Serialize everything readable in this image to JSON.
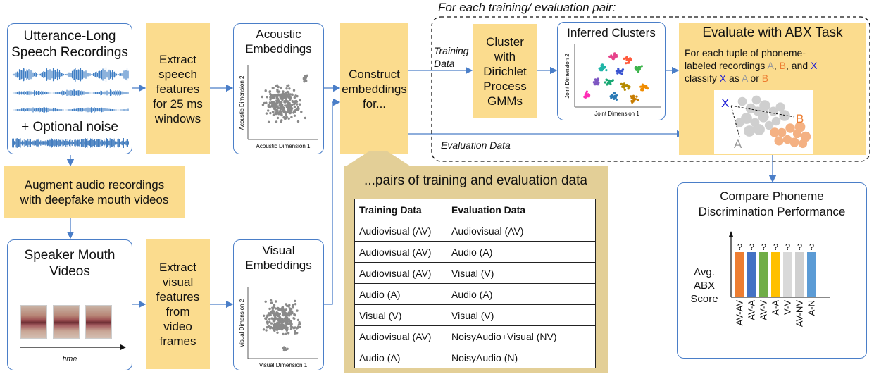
{
  "header": {
    "title": "For each training/ evaluation pair:"
  },
  "recordings": {
    "line1": "Utterance-Long",
    "line2": "Speech Recordings",
    "noise_label": "+ Optional noise"
  },
  "extract_speech": {
    "line1": "Extract",
    "line2": "speech",
    "line3": "features",
    "line4": "for 25 ms",
    "line5": "windows"
  },
  "acoustic": {
    "line1": "Acoustic",
    "line2": "Embeddings",
    "xlabel": "Acoustic Dimension 1",
    "ylabel": "Acoustic Dimension 2"
  },
  "construct": {
    "line1": "Construct",
    "line2": "embeddings",
    "line3": "for..."
  },
  "training_data_label": {
    "line1": "Training",
    "line2": "Data"
  },
  "evaluation_data_label": "Evaluation Data",
  "cluster": {
    "line1": "Cluster",
    "line2": "with",
    "line3": "Dirichlet",
    "line4": "Process",
    "line5": "GMMs"
  },
  "inferred": {
    "title": "Inferred Clusters",
    "xlabel": "Joint Dimension 1",
    "ylabel": "Joint Dimension 2"
  },
  "abx": {
    "title": "Evaluate with ABX Task",
    "line1": "For each tuple of phoneme-",
    "line2_pre": "labeled recordings ",
    "a": "A",
    "sep1": ", ",
    "b": "B",
    "line2_post": ", and ",
    "x": "X",
    "line3_pre": "classify ",
    "line3_mid": " as ",
    "line3_or": " or ",
    "fig_x": "X",
    "fig_a": "A",
    "fig_b": "B"
  },
  "augment": {
    "line1": "Augment audio recordings",
    "line2": "with deepfake mouth videos"
  },
  "mouth": {
    "line1": "Speaker Mouth",
    "line2": "Videos",
    "time_label": "time"
  },
  "extract_visual": {
    "line1": "Extract",
    "line2": "visual",
    "line3": "features",
    "line4": "from",
    "line5": "video",
    "line6": "frames"
  },
  "visual": {
    "line1": "Visual",
    "line2": "Embeddings",
    "xlabel": "Visual Dimension 1",
    "ylabel": "Visual Dimension 2"
  },
  "pairs": {
    "title": "...pairs of training and evaluation data",
    "headers": [
      "Training Data",
      "Evaluation Data"
    ],
    "rows": [
      [
        "Audiovisual (AV)",
        "Audiovisual (AV)"
      ],
      [
        "Audiovisual (AV)",
        "Audio (A)"
      ],
      [
        "Audiovisual (AV)",
        "Visual (V)"
      ],
      [
        "Audio (A)",
        "Audio (A)"
      ],
      [
        "Visual (V)",
        "Visual (V)"
      ],
      [
        "Audiovisual (AV)",
        "NoisyAudio+Visual (NV)"
      ],
      [
        "Audio (A)",
        "NoisyAudio (N)"
      ]
    ]
  },
  "compare": {
    "line1": "Compare Phoneme",
    "line2": "Discrimination Performance",
    "ylabel1": "Avg.",
    "ylabel2": "ABX",
    "ylabel3": "Score",
    "bar_value_label": "?",
    "bars": [
      {
        "label": "AV-AV",
        "color": "#ed7d31"
      },
      {
        "label": "AV-A",
        "color": "#4472c4"
      },
      {
        "label": "AV-V",
        "color": "#70ad47"
      },
      {
        "label": "A-A",
        "color": "#ffc000"
      },
      {
        "label": "V-V",
        "color": "#d9d9d9"
      },
      {
        "label": "AV-NV",
        "color": "#d0d0d0"
      },
      {
        "label": "A-N",
        "color": "#5b9bd5"
      }
    ]
  },
  "colors": {
    "accent_blue": "#4a7ec8",
    "highlight_yellow": "#fbdc8e",
    "table_panel": "#e3cf97",
    "a_gray": "#9a9a9a",
    "b_orange": "#ed7d31",
    "x_blue": "#1a1ad6"
  }
}
